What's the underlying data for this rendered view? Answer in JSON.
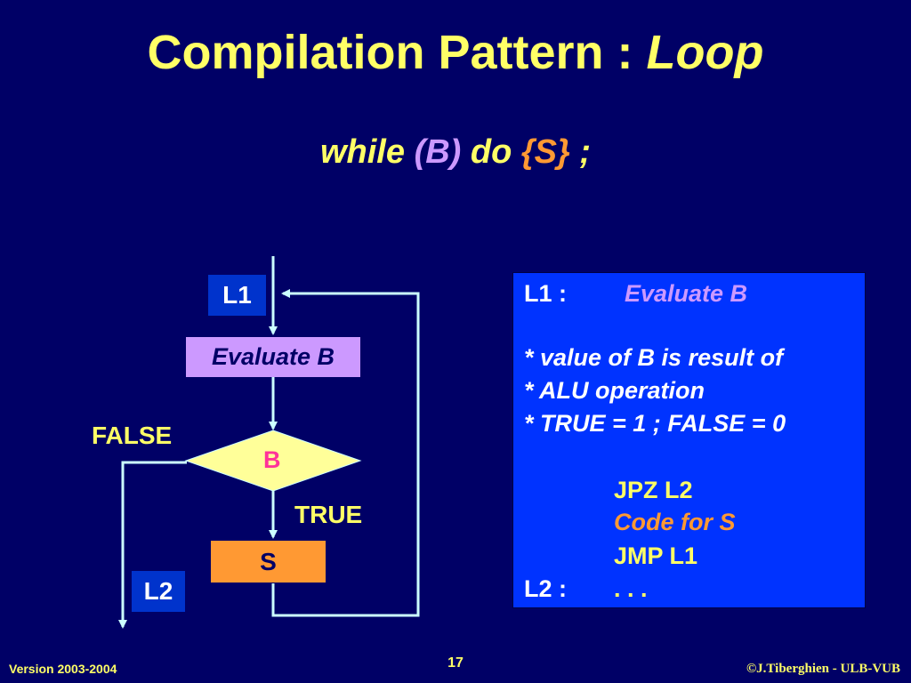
{
  "title": {
    "main": "Compilation Pattern : ",
    "emphasis": "Loop"
  },
  "subtitle": {
    "while": "while ",
    "cond": "(B)",
    "do": " do ",
    "body": "{S}",
    "end": " ;"
  },
  "diagram": {
    "l1_label": "L1",
    "evaluate": "Evaluate B",
    "condition": "B",
    "false_label": "FALSE",
    "true_label": "TRUE",
    "statement": "S",
    "l2_label": "L2"
  },
  "code": {
    "line1_label": "L1 :",
    "line1_instr": "Evaluate B",
    "comment1": "* value of B is result of",
    "comment2": "* ALU operation",
    "comment3": "* TRUE = 1 ; FALSE = 0",
    "jpz": "JPZ L2",
    "code_for_s": "Code for S",
    "jmp": "JMP L1",
    "line_l2_label": "L2 :",
    "ellipsis": ". . ."
  },
  "footer": {
    "version": "Version 2003-2004",
    "page": "17",
    "copyright": "©J.Tiberghien - ULB-VUB"
  },
  "colors": {
    "background": "#000066",
    "title": "#ffff66",
    "line": "#ccffff",
    "box_blue": "#0033cc",
    "panel": "#0033ff",
    "lavender": "#cc99ff",
    "orange": "#ff9933",
    "diamond": "#ffff99",
    "condition_text": "#ff3399"
  }
}
